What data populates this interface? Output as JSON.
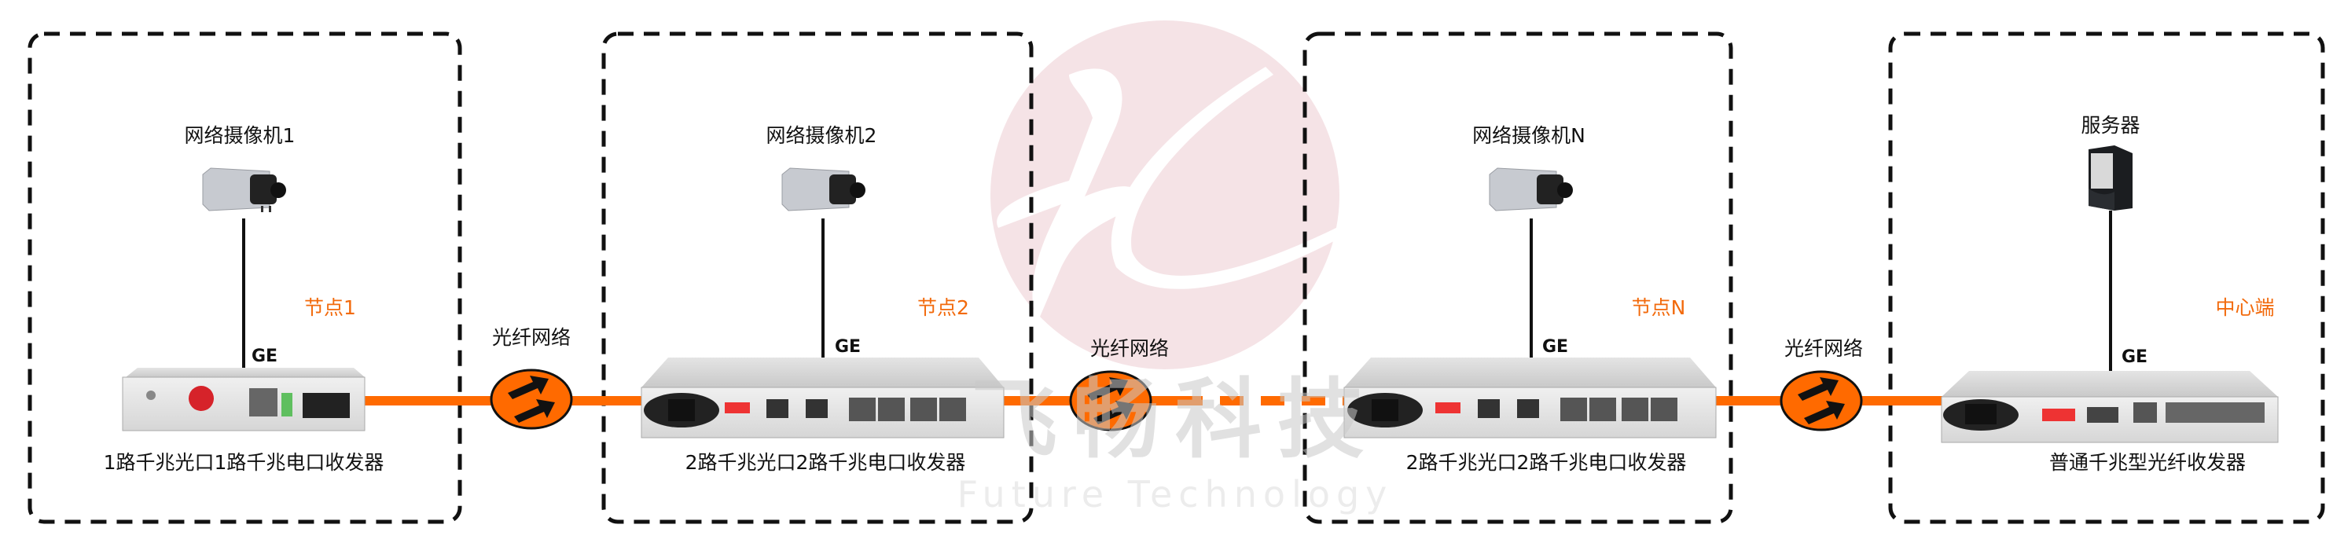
{
  "watermark": {
    "company": "飞畅科技",
    "slogan": "Future Technology",
    "color": "#f5e3e6"
  },
  "colors": {
    "fiber": "#ff6a00",
    "node_label": "#f26a0c",
    "border": "#111111"
  },
  "nodes": [
    {
      "device_name": "网络摄像机1",
      "icon": "camera-icon",
      "link": "GE",
      "node_label": "节点1",
      "transceiver": "1路千兆光口1路千兆电口收发器"
    },
    {
      "device_name": "网络摄像机2",
      "icon": "camera-icon",
      "link": "GE",
      "node_label": "节点2",
      "transceiver": "2路千兆光口2路千兆电口收发器"
    },
    {
      "device_name": "网络摄像机N",
      "icon": "camera-icon",
      "link": "GE",
      "node_label": "节点N",
      "transceiver": "2路千兆光口2路千兆电口收发器"
    },
    {
      "device_name": "服务器",
      "icon": "server-icon",
      "link": "GE",
      "node_label": "中心端",
      "transceiver": "普通千兆型光纤收发器"
    }
  ],
  "fiber_networks": [
    {
      "label": "光纤网络",
      "icon": "fiber-network-icon"
    },
    {
      "label": "光纤网络",
      "icon": "fiber-network-icon"
    },
    {
      "label": "光纤网络",
      "icon": "fiber-network-icon"
    }
  ]
}
